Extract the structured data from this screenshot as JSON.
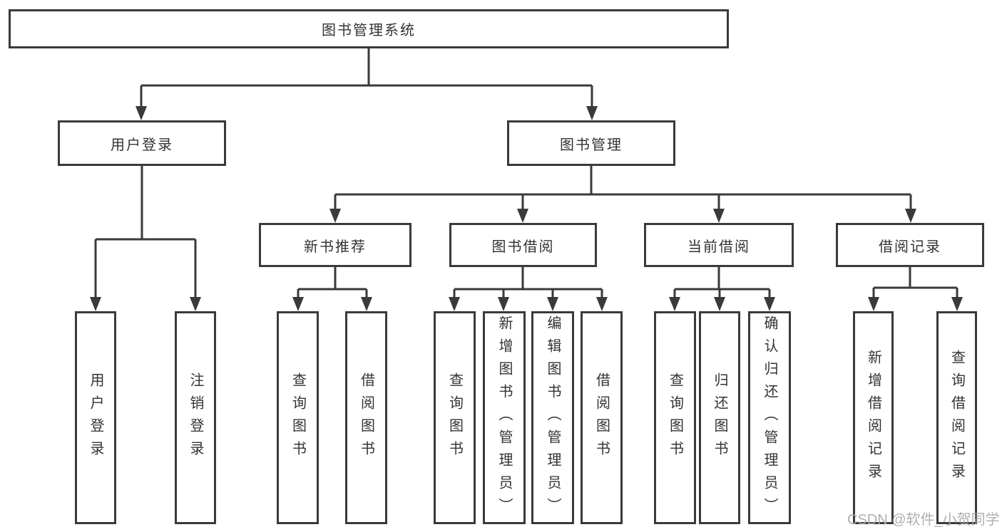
{
  "diagram": {
    "type": "functional-structure-tree",
    "colors": {
      "line": "#3a3a3a",
      "box_border": "#3a3a3a",
      "text": "#333333",
      "background": "#ffffff",
      "watermark": "#a9a9a9"
    },
    "root": {
      "label": "图书管理系统"
    },
    "level2": [
      {
        "id": "user-login",
        "label": "用户登录",
        "parent": "图书管理系统"
      },
      {
        "id": "book-management",
        "label": "图书管理",
        "parent": "图书管理系统"
      }
    ],
    "level3": [
      {
        "id": "new-book-recommend",
        "label": "新书推荐",
        "parent": "图书管理"
      },
      {
        "id": "book-borrowing",
        "label": "图书借阅",
        "parent": "图书管理"
      },
      {
        "id": "current-borrowing",
        "label": "当前借阅",
        "parent": "图书管理"
      },
      {
        "id": "borrowing-records",
        "label": "借阅记录",
        "parent": "图书管理"
      }
    ],
    "leaves": [
      {
        "label": "用户登录",
        "parent": "用户登录"
      },
      {
        "label": "注销登录",
        "parent": "用户登录"
      },
      {
        "label": "查询图书",
        "parent": "新书推荐"
      },
      {
        "label": "借阅图书",
        "parent": "新书推荐"
      },
      {
        "label": "查询图书",
        "parent": "图书借阅"
      },
      {
        "label": "新增图书（管理员）",
        "parent": "图书借阅"
      },
      {
        "label": "编辑图书（管理员）",
        "parent": "图书借阅"
      },
      {
        "label": "借阅图书",
        "parent": "图书借阅"
      },
      {
        "label": "查询图书",
        "parent": "当前借阅"
      },
      {
        "label": "归还图书",
        "parent": "当前借阅"
      },
      {
        "label": "确认归还（管理员）",
        "parent": "当前借阅"
      },
      {
        "label": "新增借阅记录",
        "parent": "借阅记录"
      },
      {
        "label": "查询借阅记录",
        "parent": "借阅记录"
      }
    ],
    "watermark": "CSDN @软件_小贺同学"
  }
}
